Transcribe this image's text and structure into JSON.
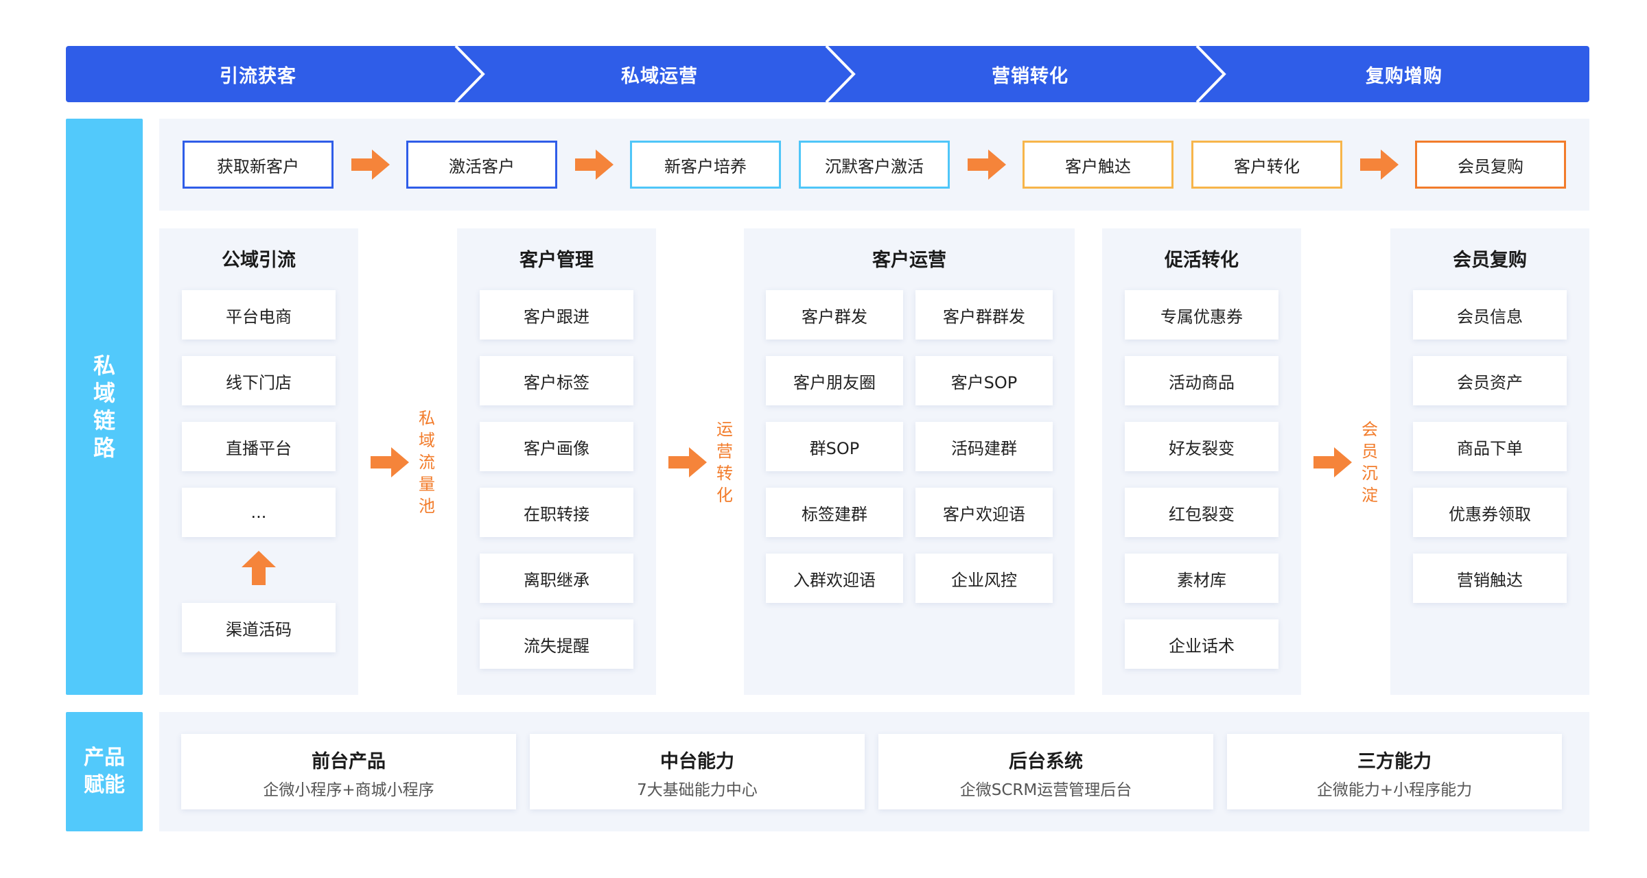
{
  "stages": [
    "引流获客",
    "私域运营",
    "营销转化",
    "复购增购"
  ],
  "side_labels": {
    "chain": "私域链路",
    "product": "产品赋能"
  },
  "flow": [
    "获取新客户",
    "激活客户",
    "新客户培养",
    "沉默客户激活",
    "客户触达",
    "客户转化",
    "会员复购"
  ],
  "colors": {
    "banner": "#2f5de8",
    "side": "#52c9fb",
    "flow_blue": "#2f5de8",
    "flow_cyan": "#4fc6f8",
    "flow_yellow": "#f7b54a",
    "flow_orange": "#f27c2b",
    "arrow": "#f5843a",
    "panel_bg": "#f2f5fb"
  },
  "columns": {
    "public": {
      "title": "公域引流",
      "items": [
        "平台电商",
        "线下门店",
        "直播平台",
        "...",
        "渠道活码"
      ]
    },
    "customer_mgmt": {
      "title": "客户管理",
      "items": [
        "客户跟进",
        "客户标签",
        "客户画像",
        "在职转接",
        "离职继承",
        "流失提醒"
      ]
    },
    "customer_ops": {
      "title": "客户运营",
      "items": [
        "客户群发",
        "客户群群发",
        "客户朋友圈",
        "客户SOP",
        "群SOP",
        "活码建群",
        "标签建群",
        "客户欢迎语",
        "入群欢迎语",
        "企业风控"
      ]
    },
    "conversion": {
      "title": "促活转化",
      "items": [
        "专属优惠券",
        "活动商品",
        "好友裂变",
        "红包裂变",
        "素材库",
        "企业话术"
      ]
    },
    "member": {
      "title": "会员复购",
      "items": [
        "会员信息",
        "会员资产",
        "商品下单",
        "优惠券领取",
        "营销触达"
      ]
    }
  },
  "connectors": [
    "私域流量池",
    "运营转化",
    "会员沉淀"
  ],
  "products": [
    {
      "title": "前台产品",
      "sub": "企微小程序+商城小程序"
    },
    {
      "title": "中台能力",
      "sub": "7大基础能力中心"
    },
    {
      "title": "后台系统",
      "sub": "企微SCRM运营管理后台"
    },
    {
      "title": "三方能力",
      "sub": "企微能力+小程序能力"
    }
  ]
}
